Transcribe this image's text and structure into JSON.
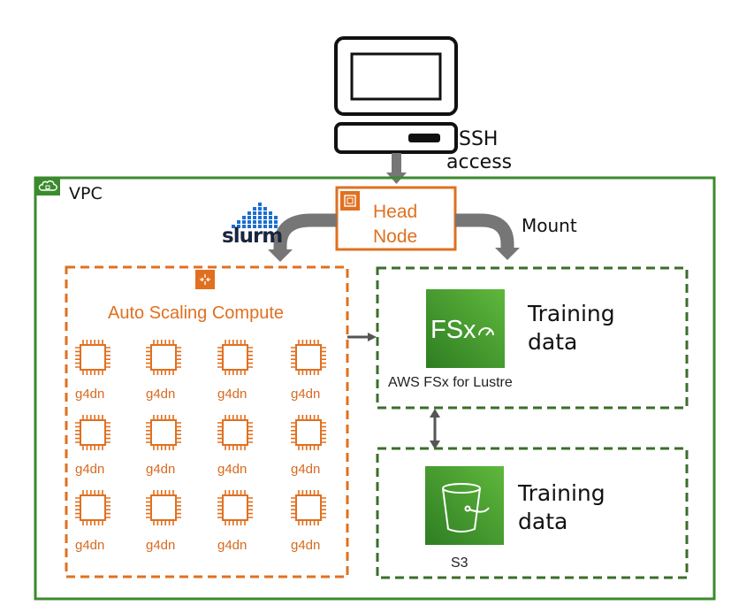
{
  "client": {
    "ssh_label_line1": "SSH",
    "ssh_label_line2": "access"
  },
  "vpc": {
    "label": "VPC",
    "border_color": "#3b8a2e"
  },
  "head_node": {
    "line1": "Head",
    "line2": "Node",
    "color": "#e07020"
  },
  "slurm": {
    "label": "slurm"
  },
  "mount": {
    "label": "Mount"
  },
  "compute": {
    "title": "Auto Scaling Compute",
    "color": "#e07020",
    "nodes": [
      "g4dn",
      "g4dn",
      "g4dn",
      "g4dn",
      "g4dn",
      "g4dn",
      "g4dn",
      "g4dn",
      "g4dn",
      "g4dn",
      "g4dn",
      "g4dn"
    ]
  },
  "fsx": {
    "service_label": "AWS FSx for Lustre",
    "data_line1": "Training",
    "data_line2": "data",
    "icon_text": "FSx"
  },
  "s3": {
    "service_label": "S3",
    "data_line1": "Training",
    "data_line2": "data"
  }
}
